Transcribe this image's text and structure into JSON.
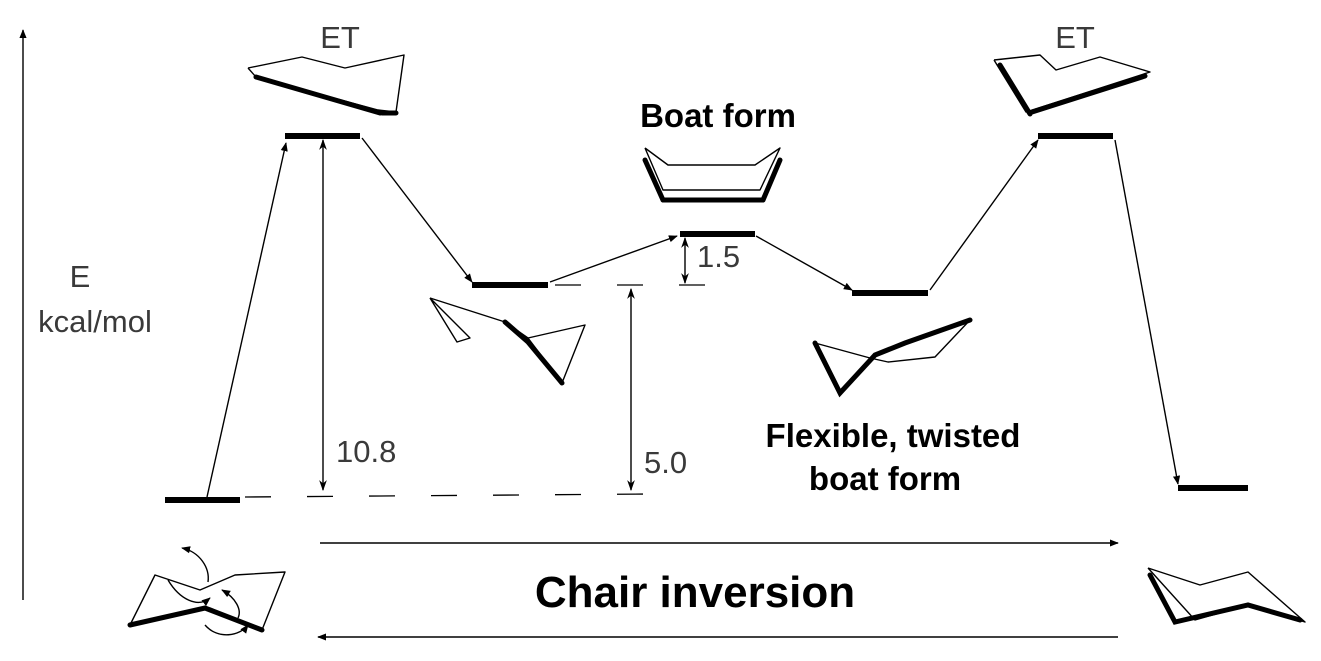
{
  "diagram": {
    "y_axis_label_line1": "E",
    "y_axis_label_line2": "kcal/mol",
    "transition_state_left": "ET",
    "transition_state_right": "ET",
    "boat_label": "Boat form",
    "twist_label_line1": "Flexible, twisted",
    "twist_label_line2": "boat form",
    "barrier_chair_to_ts": "10.8",
    "barrier_chair_to_twist": "5.0",
    "barrier_twist_to_boat": "1.5",
    "process_label": "Chair inversion"
  },
  "colors": {
    "ink": "#000000",
    "background": "#ffffff"
  }
}
